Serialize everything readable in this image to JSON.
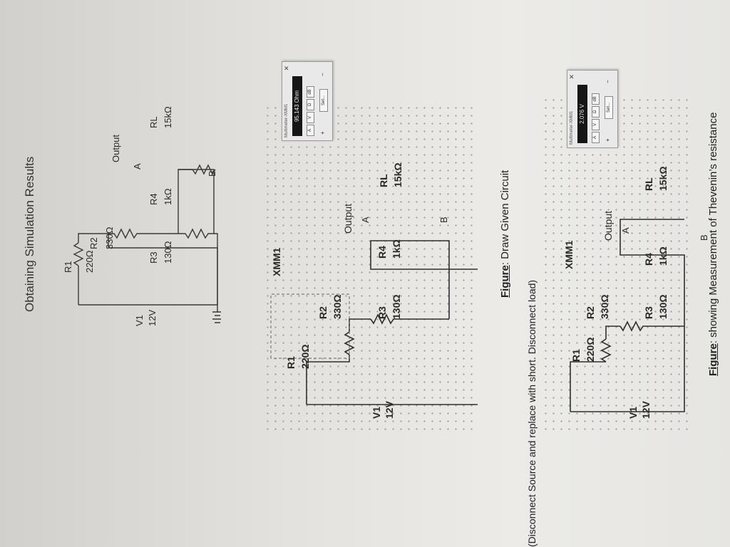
{
  "heading": "Obtaining Simulation Results",
  "figure1": {
    "caption_label": "Figure",
    "caption_text": ": Draw Given Circuit"
  },
  "figure2": {
    "caption_label": "Figure",
    "caption_text": ": showing Measurement of Thevenin’s resistance",
    "note": "(Disconnect Source and replace with short. Disconnect load)"
  },
  "circuit_labels": {
    "r1": "R1",
    "r1_val": "220Ω",
    "r2": "R2",
    "r2_val": "330Ω",
    "r3": "R3",
    "r3_val": "130Ω",
    "r4": "R4",
    "r4_val": "1kΩ",
    "rl": "RL",
    "rl_val": "15kΩ",
    "v1": "V1",
    "v1_val": "12V",
    "output": "Output",
    "node_a": "A",
    "node_b": "B",
    "xmm": "XMM1"
  },
  "multimeter1": {
    "title": "Multimeter-XMM1",
    "reading": "95.143 Ohm",
    "buttons": [
      "A",
      "V",
      "Ω",
      "dB"
    ],
    "set": "Set..."
  },
  "multimeter2": {
    "title": "Multimeter-XMM1",
    "reading": "2.076 V",
    "buttons": [
      "A",
      "V",
      "Ω",
      "dB"
    ],
    "set": "Set..."
  },
  "colors": {
    "wire": "#3a3a3a",
    "display": "#161616",
    "text": "#2a2a2a"
  }
}
